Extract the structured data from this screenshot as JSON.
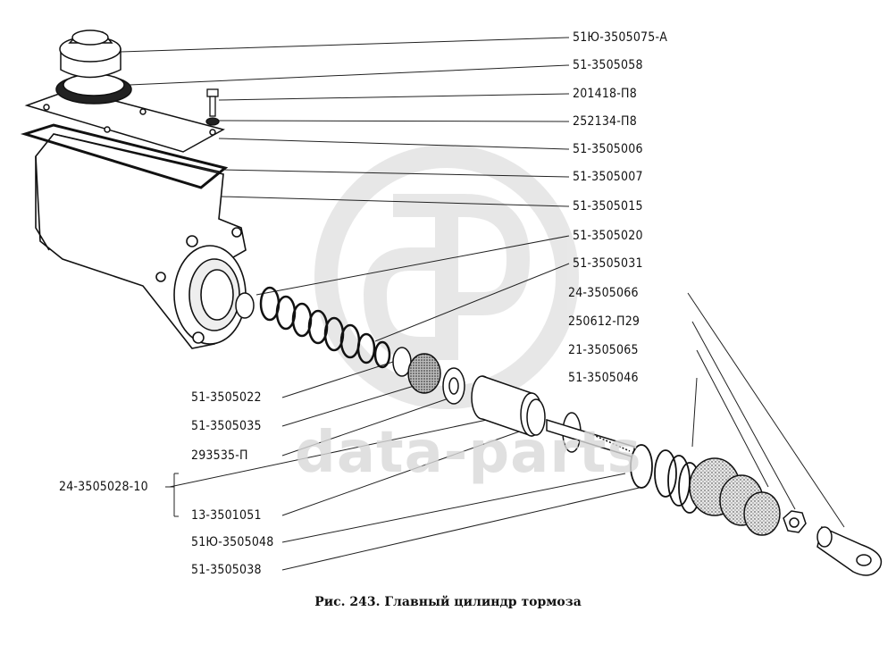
{
  "figure": {
    "caption": "Рис. 243. Главный цилиндр тормоза",
    "watermark": "data-parts"
  },
  "labels_right": [
    "51Ю-3505075-А",
    "51-3505058",
    "201418-П8",
    "252134-П8",
    "51-3505006",
    "51-3505007",
    "51-3505015",
    "51-3505020",
    "51-3505031",
    "24-3505066",
    "250612-П29",
    "21-3505065",
    "51-3505046"
  ],
  "labels_left": [
    "51-3505022",
    "51-3505035",
    "293535-П",
    "24-3505028-10",
    "13-3501051",
    "51Ю-3505048",
    "51-3505038"
  ]
}
